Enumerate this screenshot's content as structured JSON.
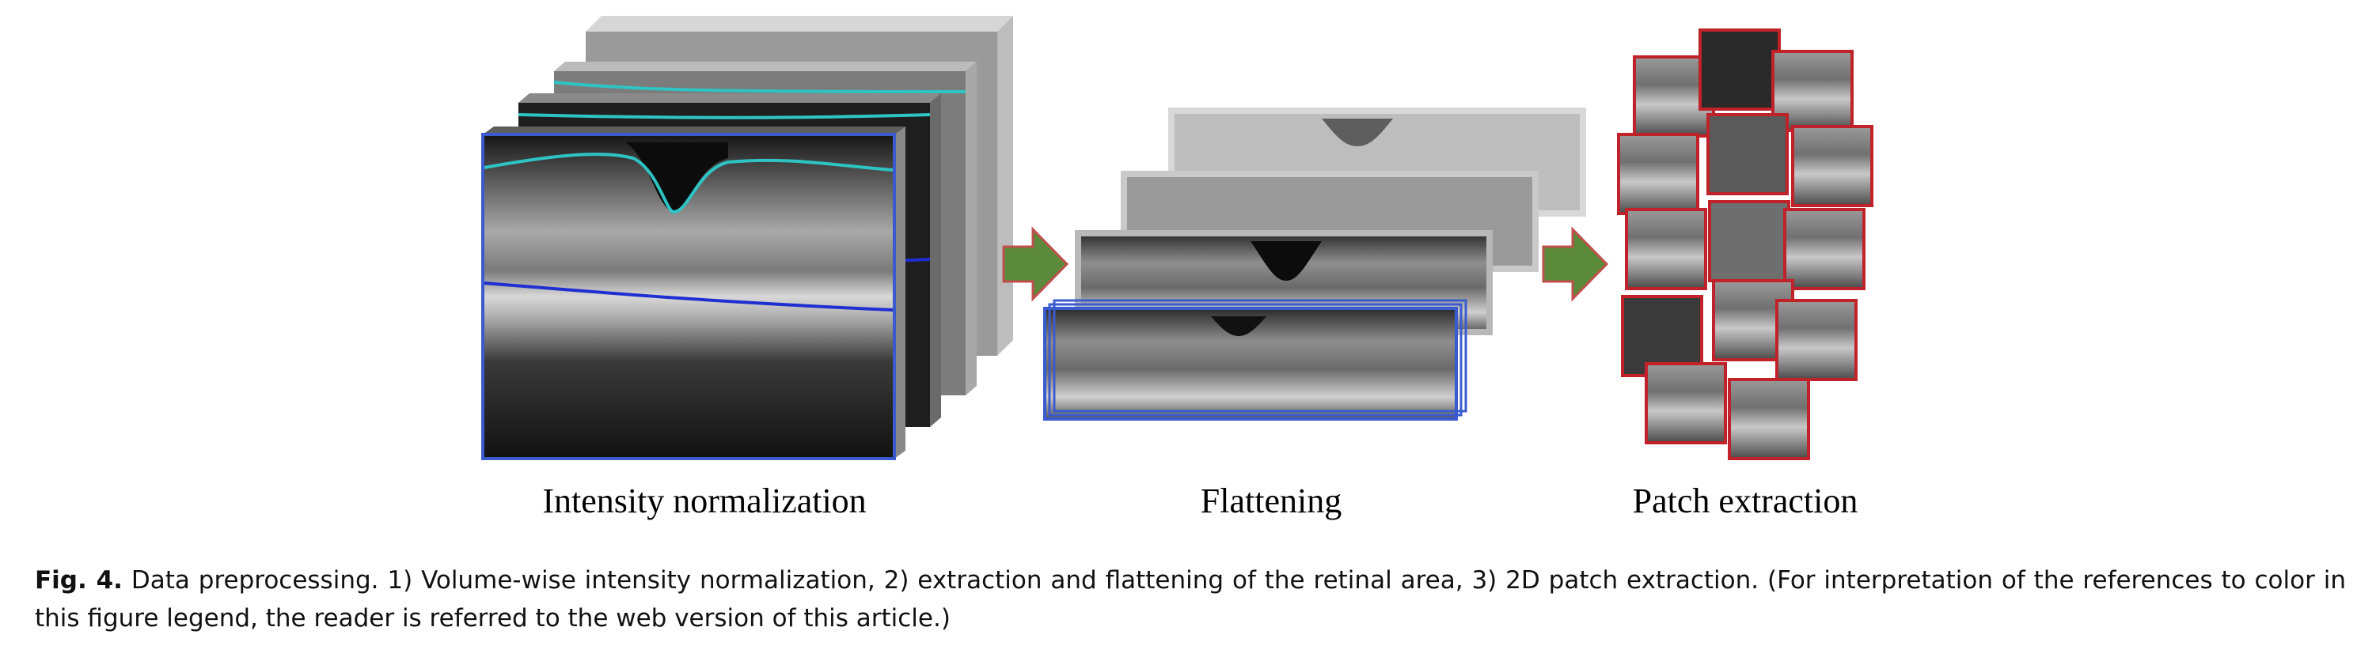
{
  "stages": {
    "intensity": "Intensity normalization",
    "flattening": "Flattening",
    "patch": "Patch extraction"
  },
  "caption": {
    "label": "Fig. 4.",
    "text": "Data preprocessing. 1) Volume-wise intensity normalization, 2) extraction and flattening of the retinal area, 3) 2D patch extraction. (For interpretation of the references to color in this figure legend, the reader is referred to the web version of this article.)"
  },
  "colors": {
    "arrow_fill": "#5a8a3a",
    "arrow_stroke": "#c0504d",
    "ilm_line": "#2ec4c4",
    "rpe_line": "#1f2fd0",
    "frame_blue": "#3a5bd0",
    "patch_border": "#c0222a"
  },
  "icons": {
    "arrow1": "right-arrow-icon",
    "arrow2": "right-arrow-icon"
  }
}
